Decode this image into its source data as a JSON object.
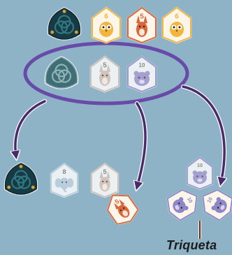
{
  "colors": {
    "background": "#8fb3c6",
    "arrow": "#4b2a6b",
    "highlight_ring": "#6a4aa8",
    "triquetra_tile": "#173a44",
    "triquetra_knot": "#2f7a82",
    "triquetra_gold": "#d6a63c",
    "owl": "#f2b63d",
    "fox": "#d9673a",
    "bear": "#8f86c6",
    "rabbit": "#c7b5aa",
    "elephant": "#a9c3d6"
  },
  "diagram": {
    "row1": {
      "tiles": [
        {
          "kind": "triquetra",
          "icon": "triquetra-knot-icon"
        },
        {
          "kind": "owl",
          "number": "6",
          "icon": "owl-icon"
        },
        {
          "kind": "fox",
          "number": "5",
          "icon": "fox-icon"
        },
        {
          "kind": "owl",
          "number": "6",
          "icon": "owl-icon"
        }
      ]
    },
    "row2": {
      "highlighted": true,
      "tiles": [
        {
          "kind": "triquetra",
          "icon": "triquetra-knot-icon",
          "faded": true
        },
        {
          "kind": "rabbit",
          "number": "5",
          "icon": "rabbit-icon",
          "faded": true
        },
        {
          "kind": "bear",
          "number": "10",
          "icon": "bear-icon",
          "faded": true
        }
      ]
    },
    "row3": {
      "groups": [
        {
          "kind": "triquetra",
          "icon": "triquetra-knot-icon"
        },
        {
          "kind": "elephant",
          "number": "8",
          "icon": "elephant-icon",
          "faded": true
        },
        {
          "kind": "rabbit",
          "number": "5",
          "icon": "rabbit-icon",
          "faded": true,
          "attached": {
            "kind": "fox",
            "number": "5",
            "icon": "fox-icon"
          }
        },
        {
          "kind": "bear",
          "number": "10",
          "icon": "bear-icon",
          "cluster": true
        }
      ]
    },
    "caption": "Triqueta"
  }
}
